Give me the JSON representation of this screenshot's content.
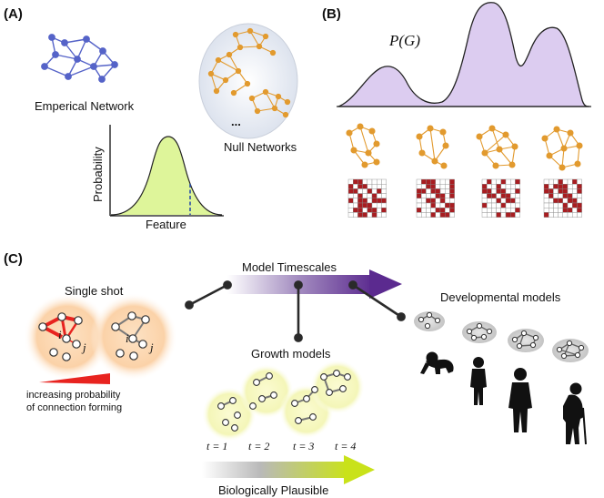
{
  "panelA": {
    "label": "(A)",
    "empirical_label": "Emperical Network",
    "null_label": "Null Networks",
    "ellipsis": "...",
    "y_axis": "Probability",
    "x_axis": "Feature"
  },
  "panelB": {
    "label": "(B)",
    "pg_label": "P(G)"
  },
  "panelC": {
    "label": "(C)",
    "single_shot": "Single shot",
    "model_timescales": "Model Timescales",
    "developmental": "Developmental models",
    "growth": "Growth models",
    "prob_line1": "increasing probability",
    "prob_line2": "of connection forming",
    "node_i": "i",
    "node_j": "j",
    "t1": "t = 1",
    "t2": "t = 2",
    "t3": "t = 3",
    "t4": "t = 4",
    "bio": "Biologically Plausible"
  },
  "colors": {
    "blue": "#5563c8",
    "orange": "#e29a2e",
    "purple": "#5b2a8f",
    "lavender": "#dcccf0",
    "bell": "#def59a",
    "lime": "#c9e21a",
    "red": "#e8231f",
    "matrix": "#a81d21"
  }
}
